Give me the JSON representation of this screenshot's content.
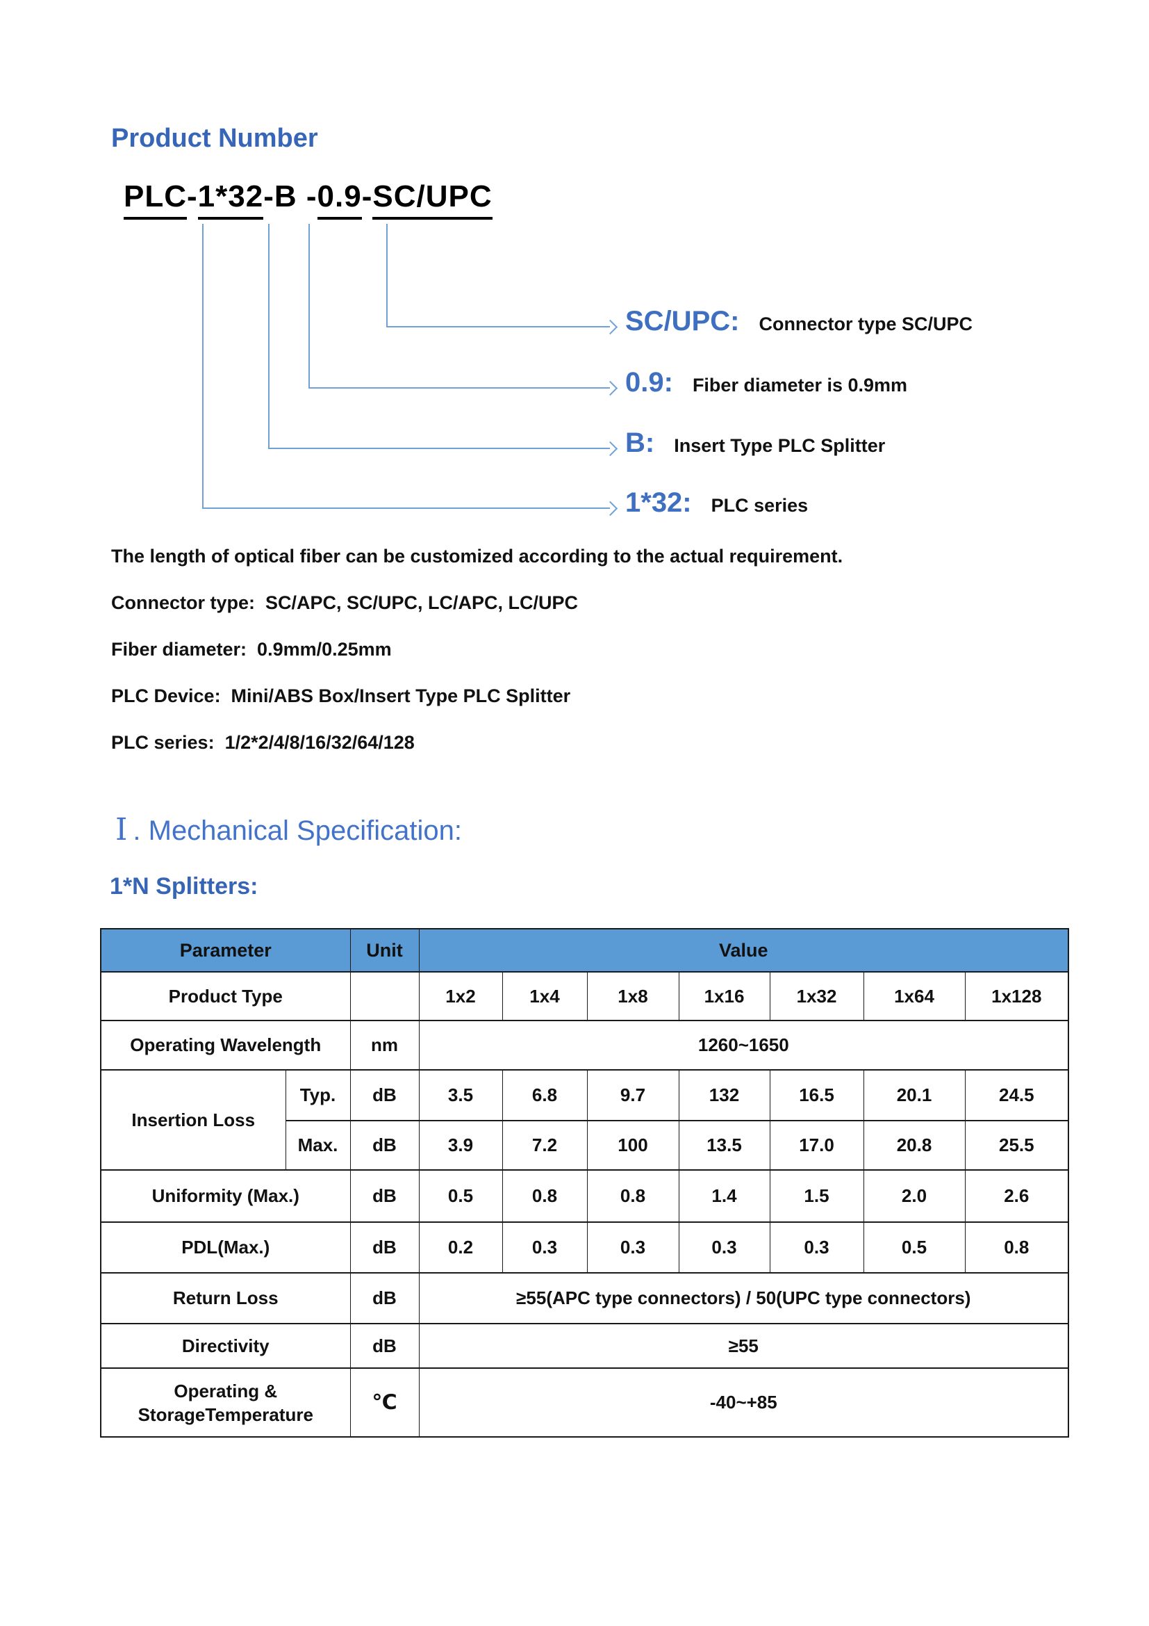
{
  "page_title": "Product Number",
  "product_code": {
    "segments": [
      {
        "text": "PLC",
        "underline": true
      },
      {
        "text": "-",
        "underline": false
      },
      {
        "text": "1*32",
        "underline": true
      },
      {
        "text": "-B -",
        "underline": false
      },
      {
        "text": "0.9",
        "underline": true
      },
      {
        "text": "-",
        "underline": false
      },
      {
        "text": "SC/UPC",
        "underline": true
      }
    ]
  },
  "legend": [
    {
      "code": "SC/UPC:",
      "desc": "Connector type SC/UPC"
    },
    {
      "code": "0.9:",
      "desc": "Fiber diameter is 0.9mm"
    },
    {
      "code": "B:",
      "desc": "Insert Type PLC Splitter"
    },
    {
      "code": "1*32:",
      "desc": "PLC series"
    }
  ],
  "notes": [
    "The length of optical fiber can be customized according to the actual requirement.",
    "Connector type:  SC/APC, SC/UPC, LC/APC, LC/UPC",
    "Fiber diameter:  0.9mm/0.25mm",
    "PLC Device:  Mini/ABS Box/Insert Type PLC Splitter",
    "PLC series:  1/2*2/4/8/16/32/64/128"
  ],
  "section": {
    "numeral": "Ⅰ",
    "heading": ". Mechanical Specification:"
  },
  "subsection": "1*N Splitters:",
  "spec_table": {
    "header": {
      "parameter": "Parameter",
      "unit": "Unit",
      "value": "Value"
    },
    "product_type": {
      "label": "Product Type",
      "unit": "",
      "values": [
        "1x2",
        "1x4",
        "1x8",
        "1x16",
        "1x32",
        "1x64",
        "1x128"
      ]
    },
    "operating_wavelength": {
      "label": "Operating Wavelength",
      "unit": "nm",
      "value": "1260~1650"
    },
    "insertion_loss": {
      "label": "Insertion Loss",
      "typ": {
        "label": "Typ.",
        "unit": "dB",
        "values": [
          "3.5",
          "6.8",
          "9.7",
          "132",
          "16.5",
          "20.1",
          "24.5"
        ]
      },
      "max": {
        "label": "Max.",
        "unit": "dB",
        "values": [
          "3.9",
          "7.2",
          "100",
          "13.5",
          "17.0",
          "20.8",
          "25.5"
        ]
      }
    },
    "uniformity": {
      "label": "Uniformity (Max.)",
      "unit": "dB",
      "values": [
        "0.5",
        "0.8",
        "0.8",
        "1.4",
        "1.5",
        "2.0",
        "2.6"
      ]
    },
    "pdl": {
      "label": "PDL(Max.)",
      "unit": "dB",
      "values": [
        "0.2",
        "0.3",
        "0.3",
        "0.3",
        "0.3",
        "0.5",
        "0.8"
      ]
    },
    "return_loss": {
      "label": "Return Loss",
      "unit": "dB",
      "value": "≥55(APC type connectors) / 50(UPC type connectors)"
    },
    "directivity": {
      "label": "Directivity",
      "unit": "dB",
      "value": "≥55"
    },
    "temperature": {
      "label_line1": "Operating &",
      "label_line2": "StorageTemperature",
      "unit": "℃",
      "value": "-40~+85"
    }
  },
  "colors": {
    "heading_blue": "#3766b8",
    "section_blue": "#4273c9",
    "legend_blue": "#3e6fc1",
    "diagram_line_blue": "#6fa0d8",
    "table_header_bg": "#5b9bd5"
  }
}
